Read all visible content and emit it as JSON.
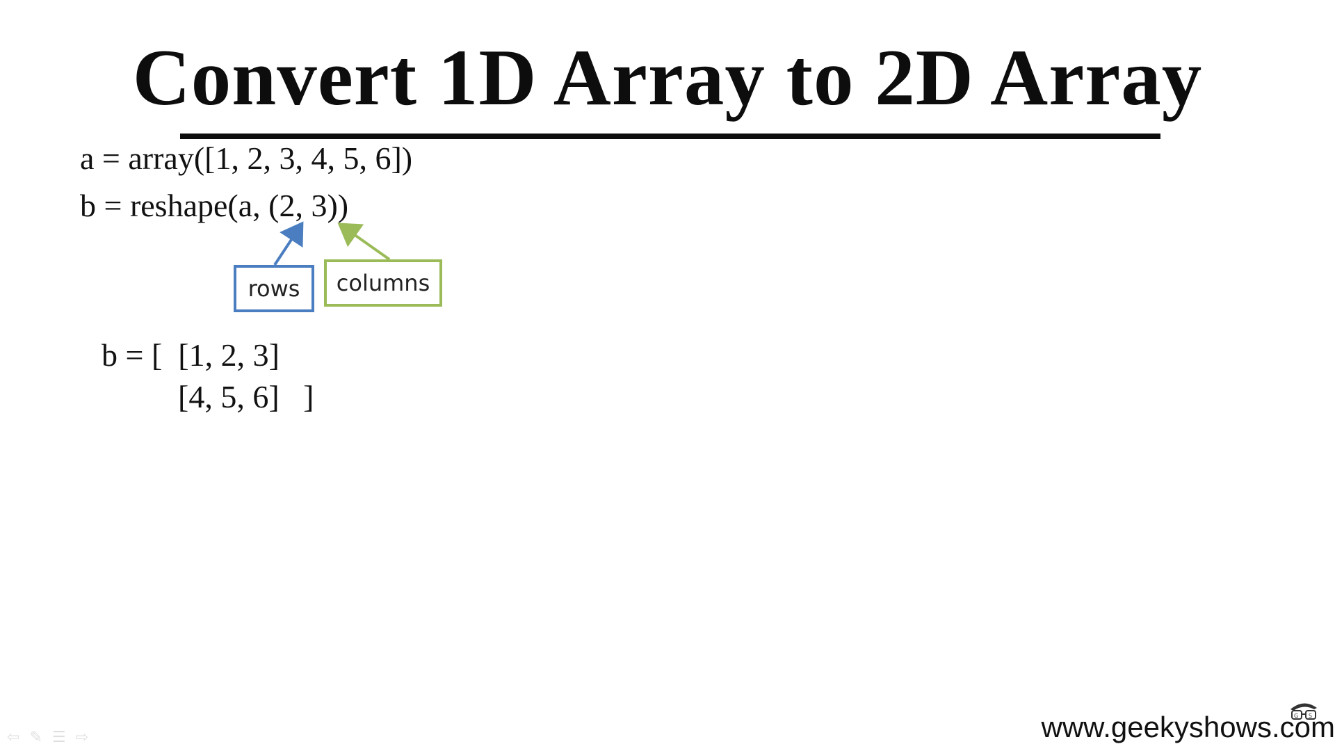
{
  "slide": {
    "title": "Convert 1D Array to 2D Array",
    "code": {
      "line_a": "a = array([1, 2, 3, 4, 5, 6])",
      "line_b": "b = reshape(a, (2, 3))"
    },
    "labels": {
      "rows": "rows",
      "columns": "columns"
    },
    "result": {
      "row1": "b = [  [1, 2, 3]",
      "row2": "[4, 5, 6]   ]"
    },
    "footer": {
      "url": "www.geekyshows.com"
    },
    "colors": {
      "rows_accent": "#4a7ec0",
      "columns_accent": "#9bbb59",
      "text": "#111111"
    },
    "nav_icons": [
      "back-arrow-icon",
      "pen-icon",
      "menu-icon",
      "forward-arrow-icon"
    ]
  }
}
